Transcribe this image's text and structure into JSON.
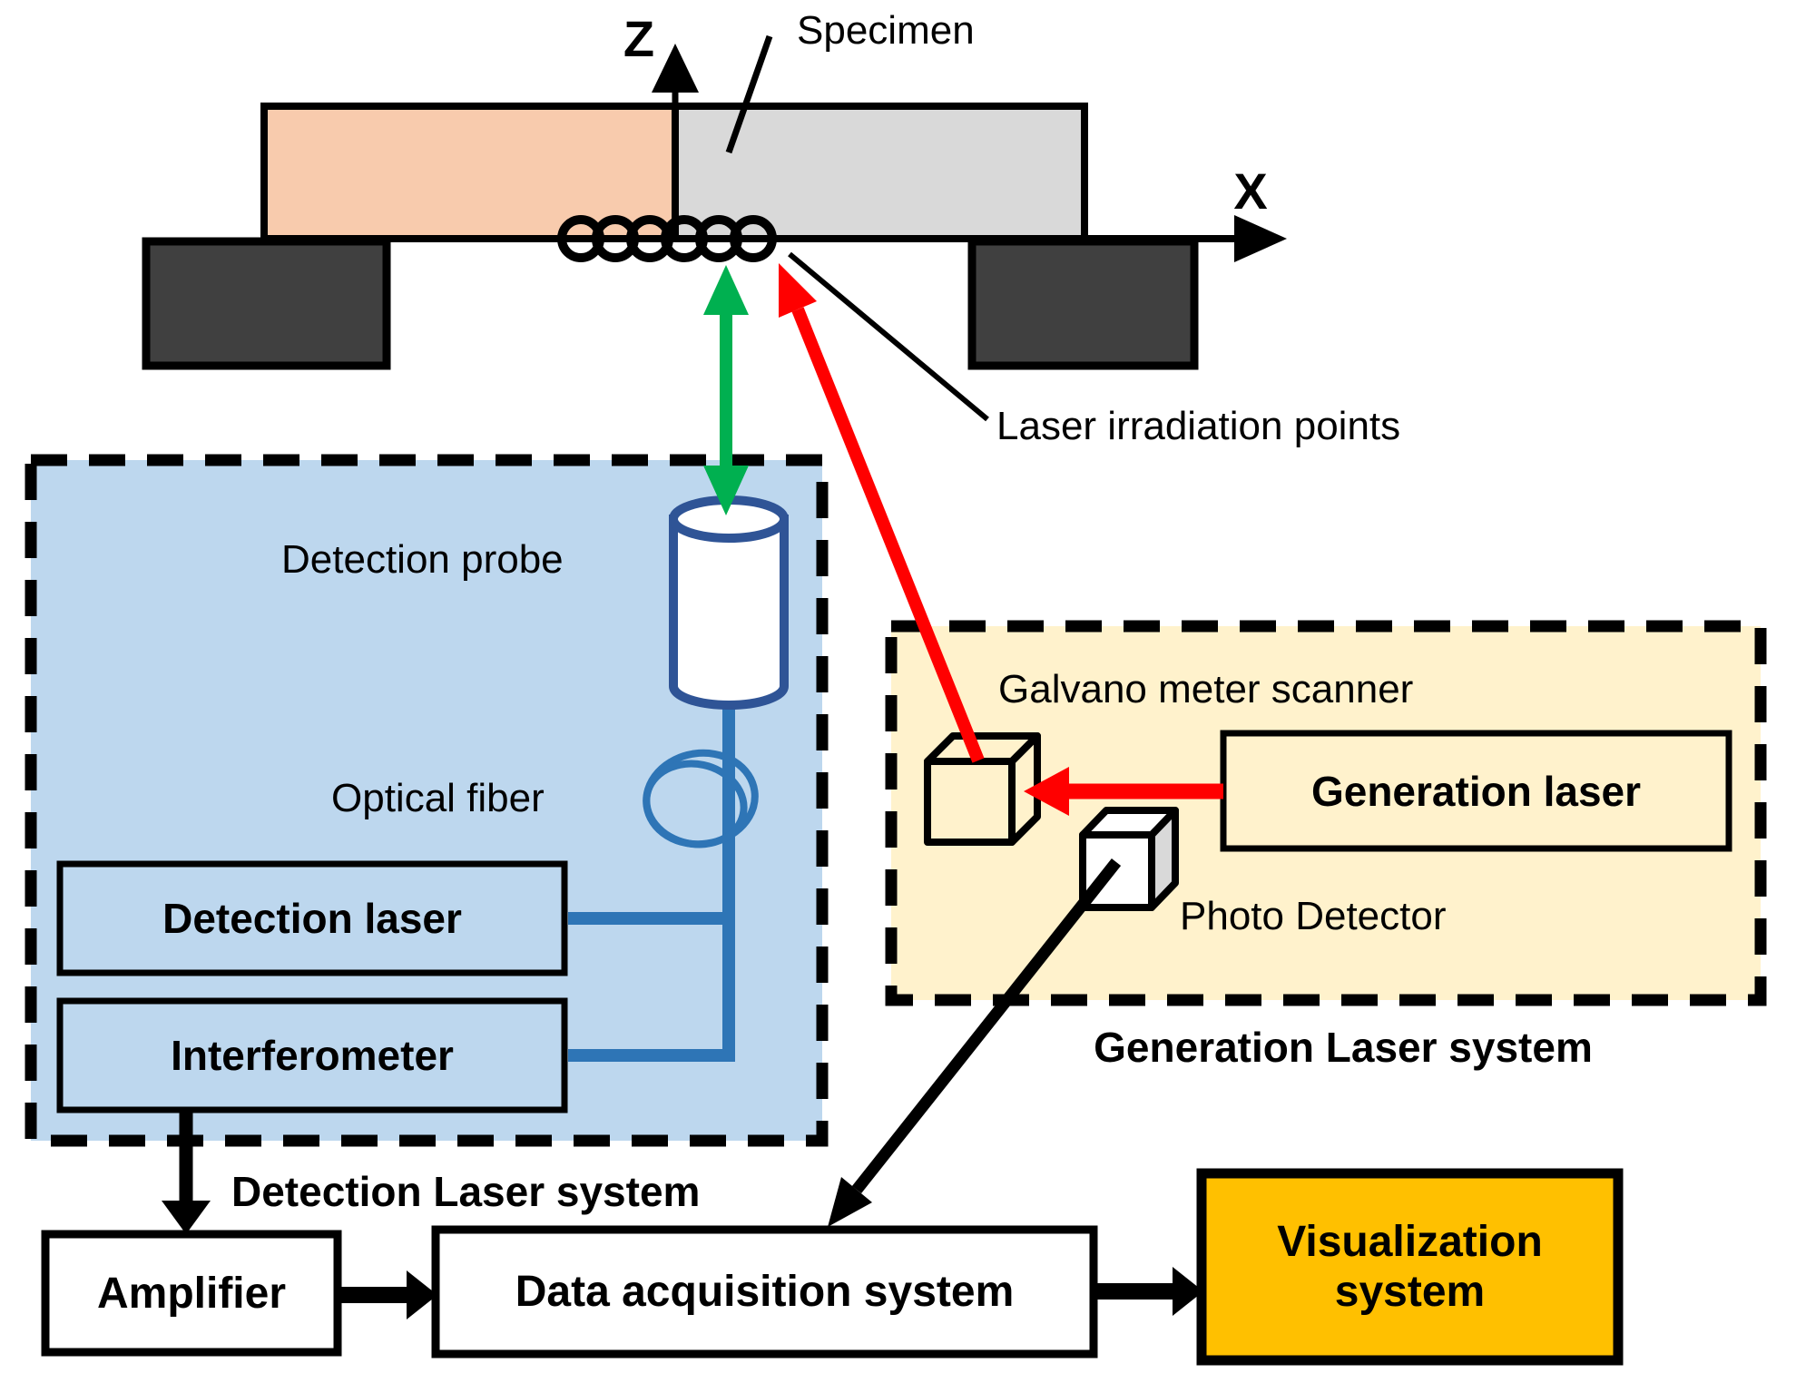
{
  "colors": {
    "peach": "#F8CBAD",
    "light_gray": "#D9D9D9",
    "dark_gray": "#404040",
    "blue_fill": "#BDD7EE",
    "yellow_fill": "#FFF2CC",
    "viz_orange": "#FFC000",
    "fiber_blue": "#2E75B6",
    "probe_blue": "#2F5496",
    "green": "#00B050",
    "red": "#FF0000",
    "black": "#000000"
  },
  "axes": {
    "z": "Z",
    "x": "X"
  },
  "specimen": {
    "label": "Specimen",
    "irradiation_label": "Laser irradiation points"
  },
  "detection_system": {
    "label": "Detection Laser system",
    "probe_label": "Detection probe",
    "fiber_label": "Optical fiber",
    "laser_box": "Detection laser",
    "interferometer_box": "Interferometer"
  },
  "generation_system": {
    "label": "Generation Laser system",
    "galvano_label": "Galvano meter scanner",
    "photo_detector_label": "Photo Detector",
    "laser_box": "Generation laser"
  },
  "processing": {
    "amplifier": "Amplifier",
    "daq": "Data acquisition system",
    "visualization_line1": "Visualization",
    "visualization_line2": "system"
  }
}
